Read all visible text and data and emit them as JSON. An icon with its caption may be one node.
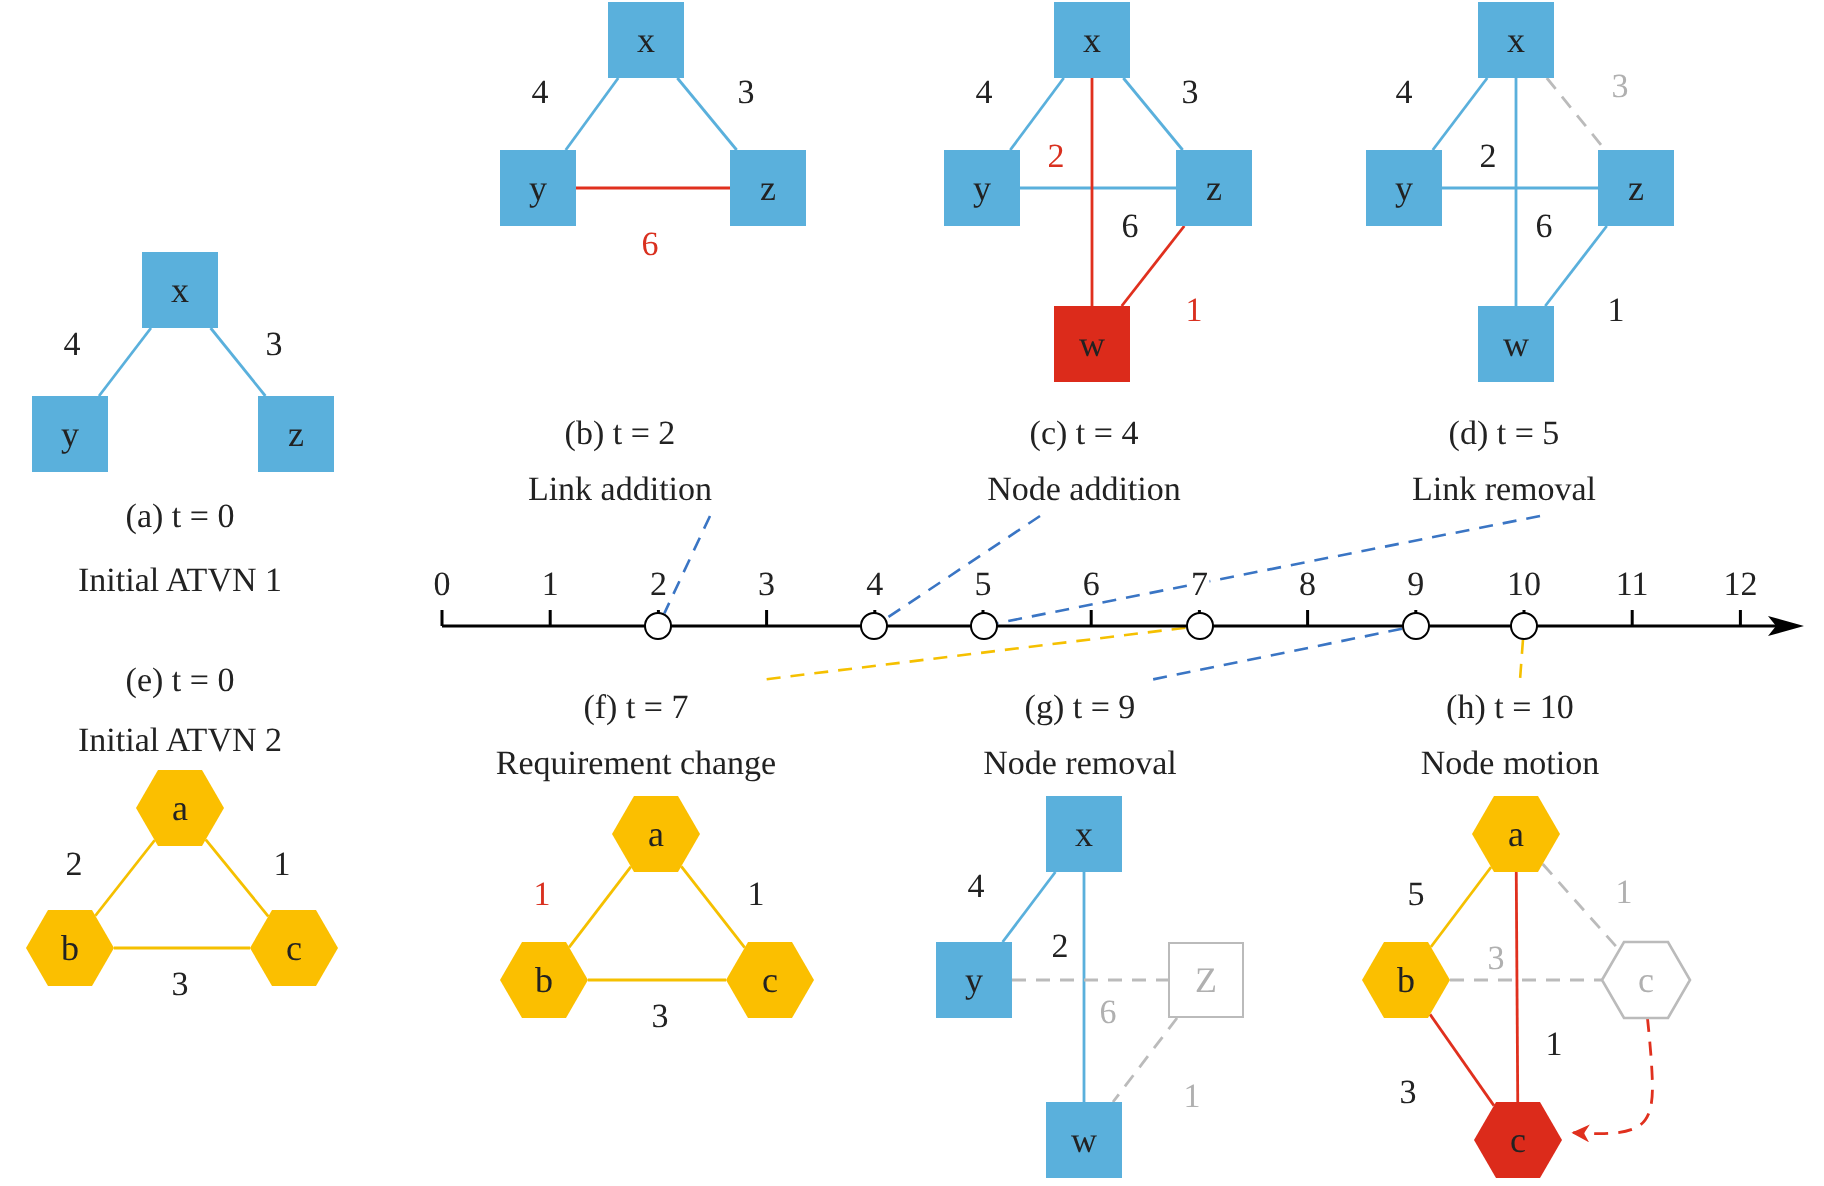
{
  "diagram": {
    "nodes": [
      {
        "text": [
          "x"
        ]
      },
      {
        "text": [
          "y"
        ]
      },
      {
        "text": [
          "z"
        ]
      },
      {
        "text": [
          "x"
        ]
      },
      {
        "text": [
          "y"
        ]
      },
      {
        "text": [
          "z"
        ]
      },
      {
        "text": [
          "(b) t = 2",
          "Link addition"
        ]
      },
      {
        "text": [
          "x"
        ]
      },
      {
        "text": [
          "y"
        ]
      },
      {
        "text": [
          "z"
        ]
      },
      {
        "text": [
          "w"
        ]
      },
      {
        "text": [
          "(c) t = 4",
          "Node addition"
        ]
      },
      {
        "text": [
          "x"
        ]
      },
      {
        "text": [
          "y"
        ]
      },
      {
        "text": [
          "z"
        ]
      },
      {
        "text": [
          "w"
        ]
      },
      {
        "text": [
          "(d) t = 5",
          "Link removal"
        ]
      },
      {
        "text": [],
        "shape": "circle"
      },
      {
        "text": [],
        "shape": "circle"
      },
      {
        "text": [],
        "shape": "circle"
      },
      {
        "text": [],
        "shape": "circle"
      },
      {
        "text": [],
        "shape": "circle"
      },
      {
        "text": [],
        "shape": "circle"
      },
      {
        "text": [
          "a"
        ]
      },
      {
        "text": [
          "b"
        ]
      },
      {
        "text": [
          "c"
        ]
      },
      {
        "text": [
          "(f) t = 7",
          "Requirement change"
        ]
      },
      {
        "text": [
          "a"
        ]
      },
      {
        "text": [
          "b"
        ]
      },
      {
        "text": [
          "c"
        ]
      },
      {
        "text": [
          "(g) t = 9",
          "Node removal"
        ]
      },
      {
        "text": [
          "x"
        ]
      },
      {
        "text": [
          "y"
        ]
      },
      {
        "text": [
          "Z"
        ]
      },
      {
        "text": [
          "w"
        ]
      },
      {
        "text": [
          "(h) t = 10",
          "Node motion"
        ]
      },
      {
        "text": [
          "a"
        ]
      },
      {
        "text": [
          "b"
        ]
      },
      {
        "text": [
          "c"
        ]
      },
      {
        "text": [
          "c"
        ]
      },
      {
        "text": [],
        "shape": "arrow"
      }
    ],
    "edges": [
      {
        "from": 0,
        "to": 1,
        "arrow": "none",
        "label": "4"
      },
      {
        "from": 0,
        "to": 2,
        "arrow": "none",
        "label": "3"
      },
      {
        "from": 3,
        "to": 4,
        "arrow": "none",
        "label": "4"
      },
      {
        "from": 3,
        "to": 5,
        "arrow": "none",
        "label": "3"
      },
      {
        "from": 4,
        "to": 5,
        "arrow": "none",
        "label": "6",
        "color": "#e0301e"
      },
      {
        "from": 7,
        "to": 8,
        "arrow": "none",
        "label": "4"
      },
      {
        "from": 7,
        "to": 9,
        "arrow": "none",
        "label": "3"
      },
      {
        "from": 8,
        "to": 9,
        "arrow": "none",
        "label": "6"
      },
      {
        "from": 7,
        "to": 10,
        "arrow": "none",
        "label": "2",
        "color": "#e0301e"
      },
      {
        "from": 9,
        "to": 10,
        "arrow": "none",
        "label": "1",
        "color": "#e0301e"
      },
      {
        "from": 12,
        "to": 13,
        "arrow": "none",
        "label": "4"
      },
      {
        "from": 12,
        "to": 14,
        "arrow": "none",
        "label": "3",
        "style": "dashed",
        "color": "#bbbbbb"
      },
      {
        "from": 12,
        "to": 15,
        "arrow": "none",
        "label": "2"
      },
      {
        "from": 13,
        "to": 14,
        "arrow": "none",
        "label": "6"
      },
      {
        "from": 14,
        "to": 15,
        "arrow": "none",
        "label": "1"
      },
      {
        "from": 6,
        "to": 17,
        "arrow": "none",
        "style": "dashed",
        "color": "#3a75c4"
      },
      {
        "from": 11,
        "to": 18,
        "arrow": "none",
        "style": "dashed",
        "color": "#3a75c4"
      },
      {
        "from": 16,
        "to": 19,
        "arrow": "none",
        "style": "dashed",
        "color": "#3a75c4"
      },
      {
        "from": 20,
        "to": 26,
        "arrow": "none",
        "style": "dashed",
        "color": "#f5c000"
      },
      {
        "from": 21,
        "to": 30,
        "arrow": "none",
        "style": "dashed",
        "color": "#3a75c4"
      },
      {
        "from": 22,
        "to": 35,
        "arrow": "none",
        "style": "dashed",
        "color": "#f5c000"
      },
      {
        "from": 23,
        "to": 24,
        "arrow": "none",
        "label": "2",
        "color": "#f5c000"
      },
      {
        "from": 23,
        "to": 25,
        "arrow": "none",
        "label": "1",
        "color": "#f5c000"
      },
      {
        "from": 24,
        "to": 25,
        "arrow": "none",
        "label": "3",
        "color": "#f5c000"
      },
      {
        "from": 27,
        "to": 28,
        "arrow": "none",
        "label": "1",
        "color": "#f5c000"
      },
      {
        "from": 27,
        "to": 29,
        "arrow": "none",
        "label": "1",
        "color": "#f5c000"
      },
      {
        "from": 28,
        "to": 29,
        "arrow": "none",
        "label": "3",
        "color": "#f5c000"
      },
      {
        "from": 31,
        "to": 32,
        "arrow": "none",
        "label": "4"
      },
      {
        "from": 31,
        "to": 34,
        "arrow": "none",
        "label": "2"
      },
      {
        "from": 32,
        "to": 33,
        "arrow": "none",
        "label": "6",
        "style": "dashed",
        "color": "#bbbbbb"
      },
      {
        "from": 33,
        "to": 34,
        "arrow": "none",
        "label": "1",
        "style": "dashed",
        "color": "#bbbbbb"
      },
      {
        "from": 36,
        "to": 37,
        "arrow": "none",
        "label": "5",
        "color": "#f5c000"
      },
      {
        "from": 36,
        "to": 38,
        "arrow": "none",
        "label": "1",
        "style": "dashed",
        "color": "#bbbbbb"
      },
      {
        "from": 37,
        "to": 38,
        "arrow": "none",
        "label": "3",
        "style": "dashed",
        "color": "#bbbbbb"
      },
      {
        "from": 36,
        "to": 39,
        "arrow": "none",
        "label": "1",
        "color": "#e0301e"
      },
      {
        "from": 37,
        "to": 39,
        "arrow": "none",
        "label": "3",
        "color": "#e0301e"
      },
      {
        "from": 38,
        "to": 39,
        "arrow": "to",
        "style": "dashed",
        "color": "#e0301e"
      }
    ],
    "labels": [
      "(a) t = 0",
      "Initial ATVN 1",
      "0",
      "1",
      "2",
      "3",
      "4",
      "5",
      "6",
      "7",
      "8",
      "9",
      "10",
      "11",
      "12",
      "(e) t = 0",
      "Initial ATVN 2"
    ]
  }
}
